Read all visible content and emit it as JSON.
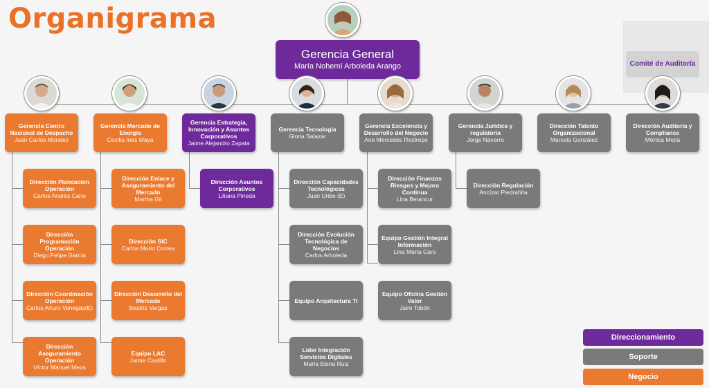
{
  "title": "Organigrama",
  "colors": {
    "direccionamiento": "#6e2a9a",
    "soporte": "#7a7a7a",
    "negocio": "#ea7a2f"
  },
  "general": {
    "title": "Gerencia General",
    "name": "María Nohemí Arboleda Arango"
  },
  "comite": "Comité de Auditoría",
  "gerencias": [
    {
      "title": "Gerencia Centro Nacional de Despacho",
      "name": "Juan Carlos Morales"
    },
    {
      "title": "Gerencia Mercado de Energía",
      "name": "Cecilia Inés Maya"
    },
    {
      "title": "Gerencia Estrategia, Innovación y Asuntos Corporativos",
      "name": "Jaime Alejandro Zapata"
    },
    {
      "title": "Gerencia Tecnología",
      "name": "Gloria Salazar"
    },
    {
      "title": "Gerencia Excelencia y Desarrollo del Negocio",
      "name": "Ana Mercedes Restrepo"
    },
    {
      "title": "Gerencia Jurídica y regulatoria",
      "name": "Jorge Navarro"
    },
    {
      "title": "Dirección Talento Organizacional",
      "name": "Marcela González"
    },
    {
      "title": "Dirección Auditoría y Compliance",
      "name": "Mónica Mejía"
    }
  ],
  "sub": {
    "c0": [
      {
        "title": "Dirección Planeación Operación",
        "name": "Carlos Andrés Cano"
      },
      {
        "title": "Dirección Programación Operación",
        "name": "Diego Felipe García"
      },
      {
        "title": "Dirección Coordinación Operación",
        "name": "Carlos Arturo Vanegas(E)"
      },
      {
        "title": "Dirección Aseguramiento Operación",
        "name": "Víctor Manuel Meza"
      }
    ],
    "c1": [
      {
        "title": "Dirección Enlace y Aseguramiento del Mercado",
        "name": "Martha Gil"
      },
      {
        "title": "Dirección SIC",
        "name": "Carlos Mario Correa"
      },
      {
        "title": "Dirección Desarrollo del Mercado",
        "name": "Beatriz Vargas"
      },
      {
        "title": "Equipo LAC",
        "name": "Jaime Castillo"
      }
    ],
    "c2": [
      {
        "title": "Dirección Asuntos Corporativos",
        "name": "Liliana Pineda"
      }
    ],
    "c3": [
      {
        "title": "Dirección Capacidades Tecnológicas",
        "name": "Juan Uribe (E)"
      },
      {
        "title": "Dirección Evolución Tecnológica de Negocios",
        "name": "Carlos Arboleda"
      },
      {
        "title": "Equipo Arquitectura TI",
        "name": ""
      },
      {
        "title": "Líder Integración Servicios Digitales",
        "name": "María Elena Ruiz"
      }
    ],
    "c4": [
      {
        "title": "Dirección Finanzas Riesgos y Mejora Continua",
        "name": "Lina Betancur"
      },
      {
        "title": "Equipo Gestión Integral Información",
        "name": "Lina María Caro"
      },
      {
        "title": "Equipo Oficina Gestión Valor",
        "name": "Jairo Tobón"
      }
    ],
    "c5": [
      {
        "title": "Dirección Regulación",
        "name": "Ancízar Piedrahita"
      }
    ]
  },
  "legend": {
    "direccionamiento": "Direccionamiento",
    "soporte": "Soporte",
    "negocio": "Negocio"
  }
}
